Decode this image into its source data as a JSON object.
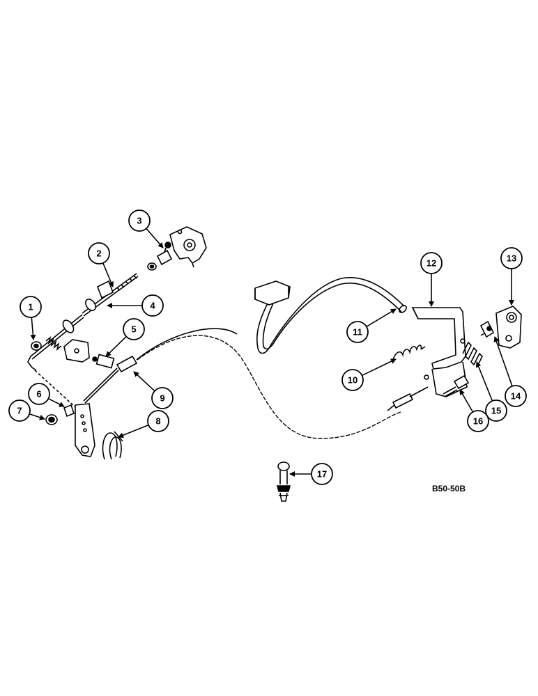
{
  "figure": {
    "reference_code": "B50-50B",
    "callouts": [
      "1",
      "2",
      "3",
      "4",
      "5",
      "6",
      "7",
      "8",
      "9",
      "10",
      "11",
      "12",
      "13",
      "14",
      "15",
      "16",
      "17"
    ]
  }
}
